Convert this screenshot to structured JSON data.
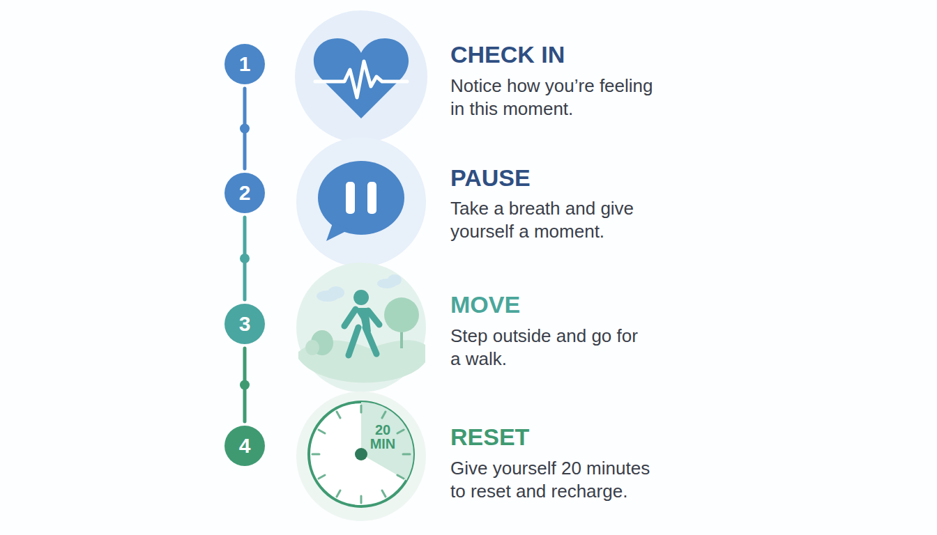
{
  "diagram": {
    "nodes": [
      {
        "text": [
          "1"
        ]
      },
      {
        "text": [
          "2"
        ]
      },
      {
        "text": [
          "3"
        ]
      },
      {
        "text": [
          "4"
        ]
      }
    ],
    "edges": [
      {
        "from": 0,
        "to": 1,
        "arrow": "none"
      },
      {
        "from": 1,
        "to": 2,
        "arrow": "none"
      },
      {
        "from": 2,
        "to": 3,
        "arrow": "none"
      }
    ],
    "labels": [
      "CHECK IN",
      "Notice how you’re feeling in this moment.",
      "PAUSE",
      "Take a breath and give yourself a moment.",
      "MOVE",
      "Step outside and go for a walk.",
      "RESET",
      "Give yourself 20 minutes to reset and recharge.",
      "20 MIN"
    ]
  }
}
